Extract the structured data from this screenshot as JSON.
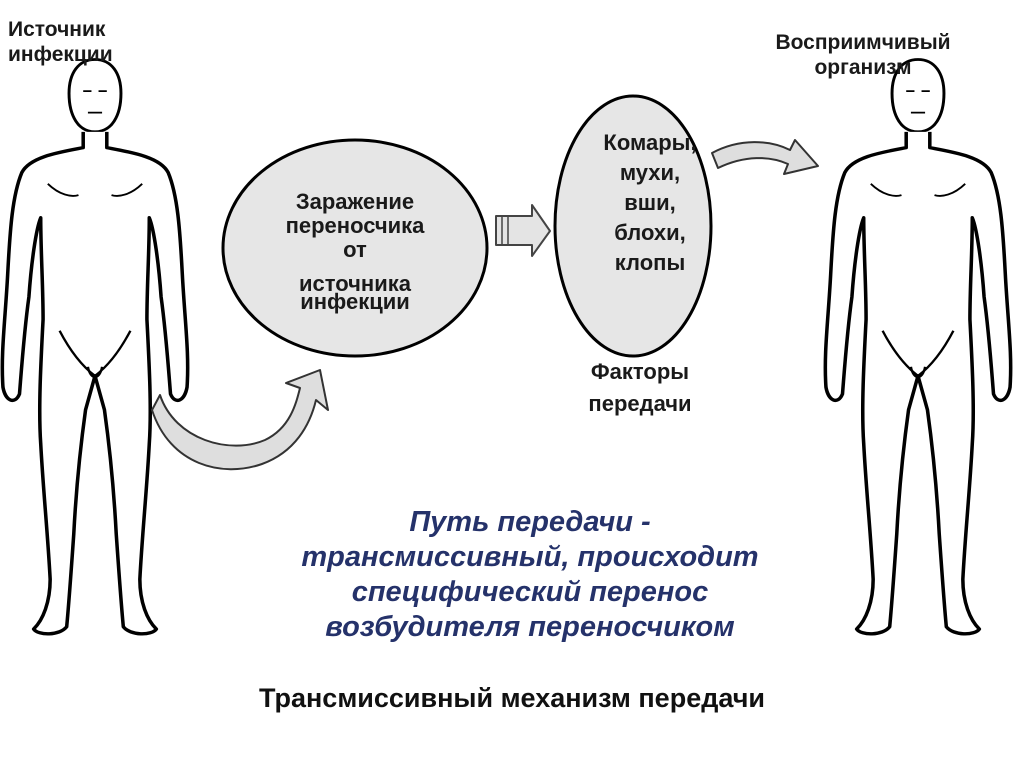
{
  "source_label": [
    "Источник",
    "инфекции"
  ],
  "target_label": [
    "Восприимчивый",
    "организм"
  ],
  "infection_node": [
    "Заражение",
    "переносчика",
    "от",
    "источника",
    "инфекции"
  ],
  "vectors_node": [
    "Комары,",
    "мухи,",
    "вши,",
    "блохи,",
    "клопы"
  ],
  "factors_label": [
    "Факторы",
    "передачи"
  ],
  "caption": [
    "Путь передачи -",
    "трансмиссивный, происходит",
    "специфический  перенос",
    "возбудителя переносчиком"
  ],
  "footer": "Трансмиссивный механизм передачи",
  "colors": {
    "node_fill": "#e6e6e6",
    "arrow_fill": "#dedede",
    "caption": "#25326a",
    "figure_stroke": "#000000"
  },
  "icons": [
    "human-figure-icon",
    "curved-arrow-icon",
    "block-arrow-icon"
  ]
}
